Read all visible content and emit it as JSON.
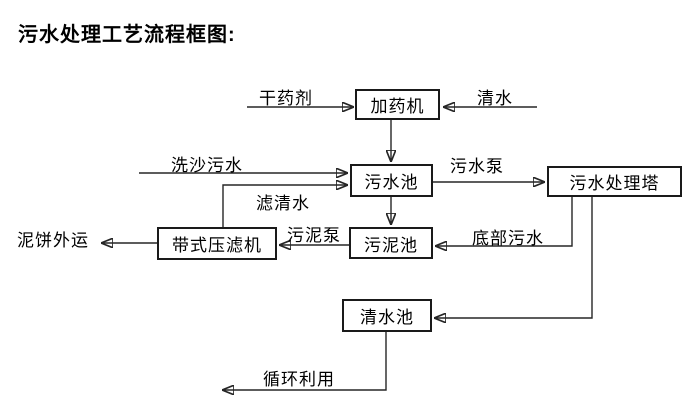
{
  "title": "污水处理工艺流程框图:",
  "nodes": {
    "dosing_machine": {
      "label": "加药机"
    },
    "sewage_pool": {
      "label": "污水池"
    },
    "treatment_tower": {
      "label": "污水处理塔"
    },
    "sludge_pool": {
      "label": "污泥池"
    },
    "belt_filter_press": {
      "label": "带式压滤机"
    },
    "clean_water_pool": {
      "label": "清水池"
    }
  },
  "labels": {
    "dry_agent": "干药剂",
    "clean_water": "清水",
    "sand_washing_sewage": "洗沙污水",
    "sewage_pump": "污水泵",
    "filtered_water": "滤清水",
    "sludge_pump": "污泥泵",
    "bottom_sewage": "底部污水",
    "mud_cake_out": "泥饼外运",
    "recycle_use": "循环利用"
  },
  "edges": [
    {
      "from": "external",
      "to": "dosing_machine",
      "label": "干药剂"
    },
    {
      "from": "external",
      "to": "dosing_machine",
      "label": "清水"
    },
    {
      "from": "dosing_machine",
      "to": "sewage_pool",
      "label": ""
    },
    {
      "from": "external",
      "to": "sewage_pool",
      "label": "洗沙污水"
    },
    {
      "from": "belt_filter_press",
      "to": "sewage_pool",
      "label": "滤清水"
    },
    {
      "from": "sewage_pool",
      "to": "treatment_tower",
      "label": "污水泵"
    },
    {
      "from": "sewage_pool",
      "to": "sludge_pool",
      "label": ""
    },
    {
      "from": "treatment_tower",
      "to": "sludge_pool",
      "label": "底部污水"
    },
    {
      "from": "sludge_pool",
      "to": "belt_filter_press",
      "label": "污泥泵"
    },
    {
      "from": "belt_filter_press",
      "to": "external",
      "label": "泥饼外运"
    },
    {
      "from": "treatment_tower",
      "to": "clean_water_pool",
      "label": ""
    },
    {
      "from": "clean_water_pool",
      "to": "external",
      "label": "循环利用"
    }
  ],
  "colors": {
    "background": "#ffffff",
    "line": "#262626",
    "box_border": "#1a1a1a",
    "text": "#000000"
  }
}
